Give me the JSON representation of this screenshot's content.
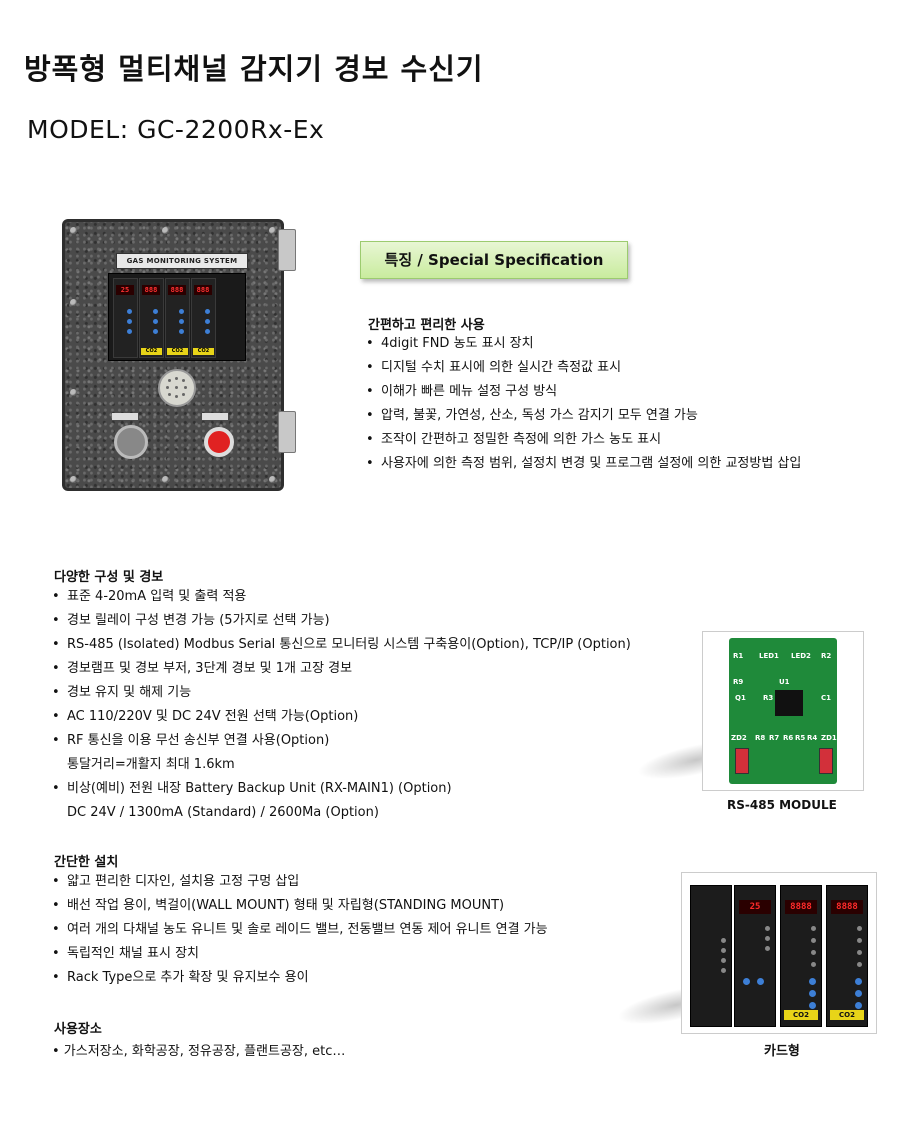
{
  "header": {
    "title": "방폭형 멀티채널 감지기 경보 수신기",
    "model": "MODEL: GC-2200Rx-Ex"
  },
  "device": {
    "panel_label": "GAS MONITORING SYSTEM",
    "display_value": "25",
    "card_tags": [
      "CO2",
      "CO2",
      "CO2"
    ]
  },
  "special": {
    "heading": "특징  / Special Specification",
    "title": "간편하고 편리한 사용",
    "items": [
      "4digit FND 농도 표시 장치",
      "디지털 수치 표시에 의한 실시간 측정값 표시",
      "이해가 빠른 메뉴 설정 구성 방식",
      "압력, 불꽃, 가연성, 산소, 독성 가스 감지기 모두 연결 가능",
      "조작이 간편하고 정밀한 측정에 의한 가스 농도 표시",
      "사용자에 의한 측정 범위, 설정치 변경 및 프로그램 설정에 의한 교정방법 삽입"
    ]
  },
  "config": {
    "title": "다양한 구성 및 경보",
    "items": [
      "표준 4-20mA 입력 및 출력 적용",
      "경보 릴레이 구성 변경 가능 (5가지로 선택 가능)",
      "RS-485 (Isolated) Modbus Serial 통신으로 모니터링 시스템 구축용이(Option), TCP/IP (Option)",
      "경보램프 및 경보 부저, 3단계 경보 및 1개 고장 경보",
      "경보 유지 및 해제 기능",
      "AC 110/220V 및 DC 24V 전원 선택 가능(Option)",
      "RF 통신을 이용 무선 송신부 연결 사용(Option)"
    ],
    "rf_note": "통달거리=개활지 최대 1.6km",
    "battery": "비상(예비) 전원 내장 Battery Backup Unit  (RX-MAIN1) (Option)",
    "battery_note": "DC 24V / 1300mA (Standard) / 2600Ma (Option)"
  },
  "install": {
    "title": "간단한 설치",
    "items": [
      "얇고 편리한 디자인, 설치용 고정 구멍 삽입",
      "배선 작업 용이, 벽걸이(WALL MOUNT) 형태 및 자립형(STANDING MOUNT)",
      "여러 개의 다채널 농도 유니트 및 솔로 레이드 밸브, 전동밸브 연동 제어 유니트 연결 가능",
      "독립적인 채널 표시 장치",
      "Rack Type으로 추가 확장 및 유지보수 용이"
    ]
  },
  "usage": {
    "title": "사용장소",
    "text": "• 가스저장소, 화학공장, 정유공장, 플랜트공장, etc…"
  },
  "rs485": {
    "caption": "RS-485 MODULE",
    "labels": [
      "R1",
      "LED1",
      "LED2",
      "R2",
      "R9",
      "U1",
      "Q1",
      "R3",
      "C1",
      "ZD2",
      "R8",
      "R7",
      "R6",
      "R5",
      "R4",
      "ZD1"
    ]
  },
  "cardtype": {
    "caption": "카드형",
    "displays": [
      "25",
      "8888",
      "8888"
    ],
    "tags": [
      "CO2",
      "CO2"
    ]
  }
}
